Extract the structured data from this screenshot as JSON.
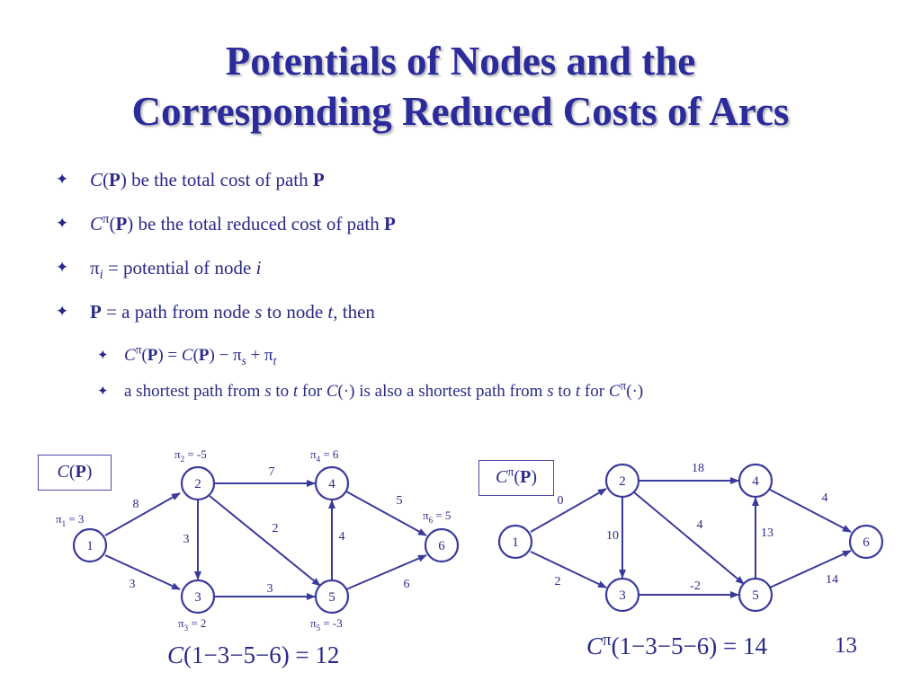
{
  "title_line1": "Potentials of Nodes and the",
  "title_line2": "Corresponding Reduced Costs of Arcs",
  "bullet_marker": "✦",
  "bullets": {
    "b1": {
      "var": "C",
      "open": "(",
      "path": "P",
      "rest": ") be the total cost of path ",
      "end": "P"
    },
    "b2": {
      "var": "C",
      "sup": "π",
      "open": "(",
      "path": "P",
      "rest": ") be the total reduced cost of path ",
      "end": "P"
    },
    "b3": {
      "pi": "π",
      "sub": "i",
      "rest": " = potential of node ",
      "end": "i"
    },
    "b4": {
      "path": "P",
      "t1": " = a path from node ",
      "s": "s",
      "t2": " to node ",
      "t": "t",
      "t3": ", then"
    },
    "sub1": {
      "a": "C",
      "pi": "π",
      "b": "(",
      "p1": "P",
      "c": ") = ",
      "d": "C",
      "e": "(",
      "p2": "P",
      "f": ") − π",
      "g": "s",
      "h": " + π",
      "k": "t"
    },
    "sub2": {
      "a": "a shortest path from ",
      "s1": "s",
      "b": " to ",
      "t1": "t",
      "c": " for ",
      "d": "C",
      "e": "(·) is also a shortest path from ",
      "s2": "s",
      "f": " to ",
      "t2": "t",
      "g": " for ",
      "h": "C",
      "pi": "π",
      "k": "(·)"
    }
  },
  "left_box": {
    "var": "C",
    "open": "(",
    "path": "P",
    "close": ")"
  },
  "right_box": {
    "var": "C",
    "sup": "π",
    "open": "(",
    "path": "P",
    "close": ")"
  },
  "left_graph": {
    "nodes": [
      "1",
      "2",
      "3",
      "4",
      "5",
      "6"
    ],
    "potentials": {
      "p1": {
        "pi": "π",
        "sub": "1",
        "val": " = 3"
      },
      "p2": {
        "pi": "π",
        "sub": "2",
        "val": " = -5"
      },
      "p3": {
        "pi": "π",
        "sub": "3",
        "val": " = 2"
      },
      "p4": {
        "pi": "π",
        "sub": "4",
        "val": " = 6"
      },
      "p5": {
        "pi": "π",
        "sub": "5",
        "val": " = -3"
      },
      "p6": {
        "pi": "π",
        "sub": "6",
        "val": " = 5"
      }
    },
    "arc_costs": {
      "a12": "8",
      "a13": "3",
      "a23": "3",
      "a24": "7",
      "a25": "2",
      "a35": "3",
      "a54": "4",
      "a46": "5",
      "a56": "6"
    }
  },
  "right_graph": {
    "nodes": [
      "1",
      "2",
      "3",
      "4",
      "5",
      "6"
    ],
    "arc_costs": {
      "a12": "0",
      "a13": "2",
      "a23": "10",
      "a24": "18",
      "a25": "4",
      "a35": "-2",
      "a54": "13",
      "a46": "4",
      "a56": "14"
    }
  },
  "formula_left": {
    "a": "C",
    "b": "(1−3−5−6) = 12"
  },
  "formula_right": {
    "a": "C",
    "pi": "π",
    "b": "(1−3−5−6) = 14"
  },
  "page_number": "13",
  "colors": {
    "title": "#2b2b9c",
    "text": "#2a2a8a",
    "graph": "#3a3a9c"
  }
}
